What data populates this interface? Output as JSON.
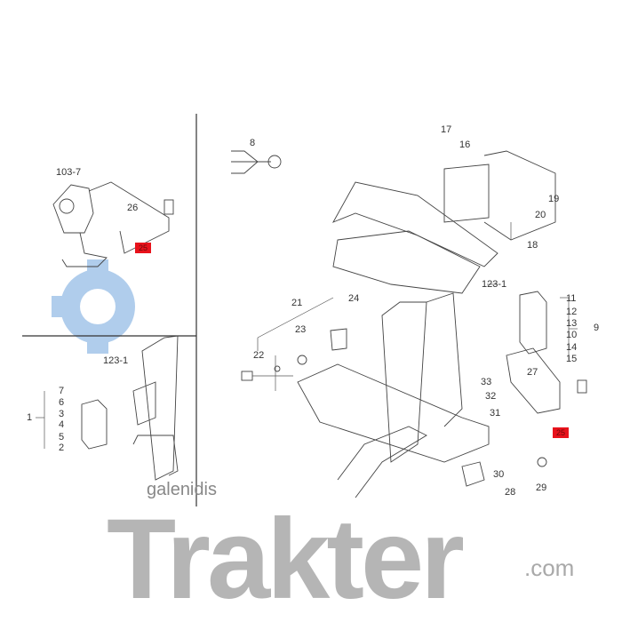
{
  "watermark": {
    "brand": "Trakter",
    "domain": ".com",
    "credit": "galenidis",
    "gear_color": "#a8c8ea",
    "text_color": "#a9a9a9"
  },
  "highlight_color": "#e8121b",
  "labels": {
    "l103_7": "103-7",
    "l26": "26",
    "l25a": "25",
    "l123_1a": "123-1",
    "l7": "7",
    "l6": "6",
    "l3": "3",
    "l4": "4",
    "l5": "5",
    "l2": "2",
    "l1": "1",
    "l8": "8",
    "l21": "21",
    "l22": "22",
    "l23": "23",
    "l24": "24",
    "l17": "17",
    "l16": "16",
    "l19": "19",
    "l20": "20",
    "l18": "18",
    "l123_1b": "123-1",
    "l11": "11",
    "l12": "12",
    "l13": "13",
    "l10": "10",
    "l14": "14",
    "l15": "15",
    "l9": "9",
    "l27": "27",
    "l33": "33",
    "l32": "32",
    "l31": "31",
    "l25b": "25",
    "l30": "30",
    "l28": "28",
    "l29": "29"
  }
}
